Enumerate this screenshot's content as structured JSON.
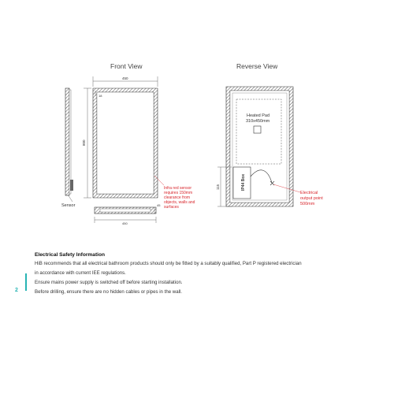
{
  "front_view": {
    "title": "Front View",
    "width_dim": "450",
    "height_dim": "800",
    "frame_dim": "18",
    "depth_dim": "45",
    "bottom_width_dim": "450",
    "sensor_label": "Sensor",
    "note_lines": [
      "Infra red sensor",
      "requires 150mm",
      "clearance from",
      "objects, walls and",
      "surfaces"
    ]
  },
  "reverse_view": {
    "title": "Reverse View",
    "heated_pad_lines": [
      "Heated Pad",
      "310x450mm"
    ],
    "ip44_box": "IP44 Box",
    "dim_115": "115",
    "output_lines": [
      "Electrical",
      "output point",
      "500mm"
    ]
  },
  "safety": {
    "title": "Electrical Safety Information",
    "lines": [
      "HiB recommends that all electrical bathroom products should only be fitted by a suitably qualified, Part P registered electrician",
      "in accordance with current IEE regulations.",
      "Ensure mains power supply is switched off before starting installation.",
      "Before drilling, ensure there are no hidden cables or pipes in the wall."
    ]
  },
  "page_number": "2",
  "colors": {
    "accent": "#28b4b4",
    "note_red": "#d8262c"
  }
}
